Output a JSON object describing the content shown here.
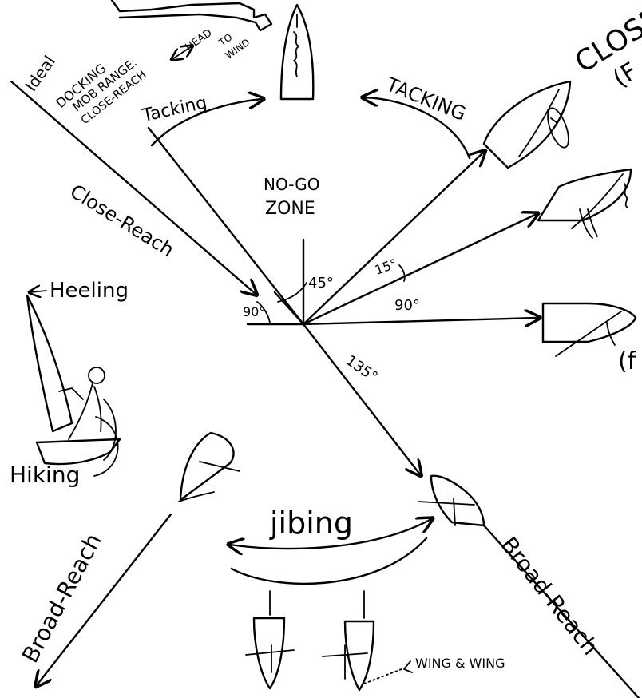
{
  "labels": {
    "ideal_docking": "Ideal",
    "docking_line2": "DOCKING",
    "mob_range": "MOB RANGE:",
    "close_reach_small": "CLOSE-REACH",
    "head_to_wind": "HEAD",
    "head_to_wind2": "TO",
    "head_to_wind3": "WIND",
    "close_hauled": "CLOSE",
    "close_hauled_paren": "(F",
    "tacking_upper": "TACKING",
    "tacking_left": "Tacking",
    "no_go_1": "NO-GO",
    "no_go_2": "ZONE",
    "close_reach": "Close-Reach",
    "heeling": "Heeling",
    "hiking": "Hiking",
    "angle_45": "45°",
    "angle_15": "15°",
    "angle_90_right": "90°",
    "angle_90_left": "90°",
    "angle_135": "135°",
    "beam_reach_paren": "(f",
    "jibing": "jibing",
    "broad_reach_left": "Broad-Reach",
    "broad_reach_right": "Broad-Reach",
    "wing_and_wing": "WING & WING"
  }
}
